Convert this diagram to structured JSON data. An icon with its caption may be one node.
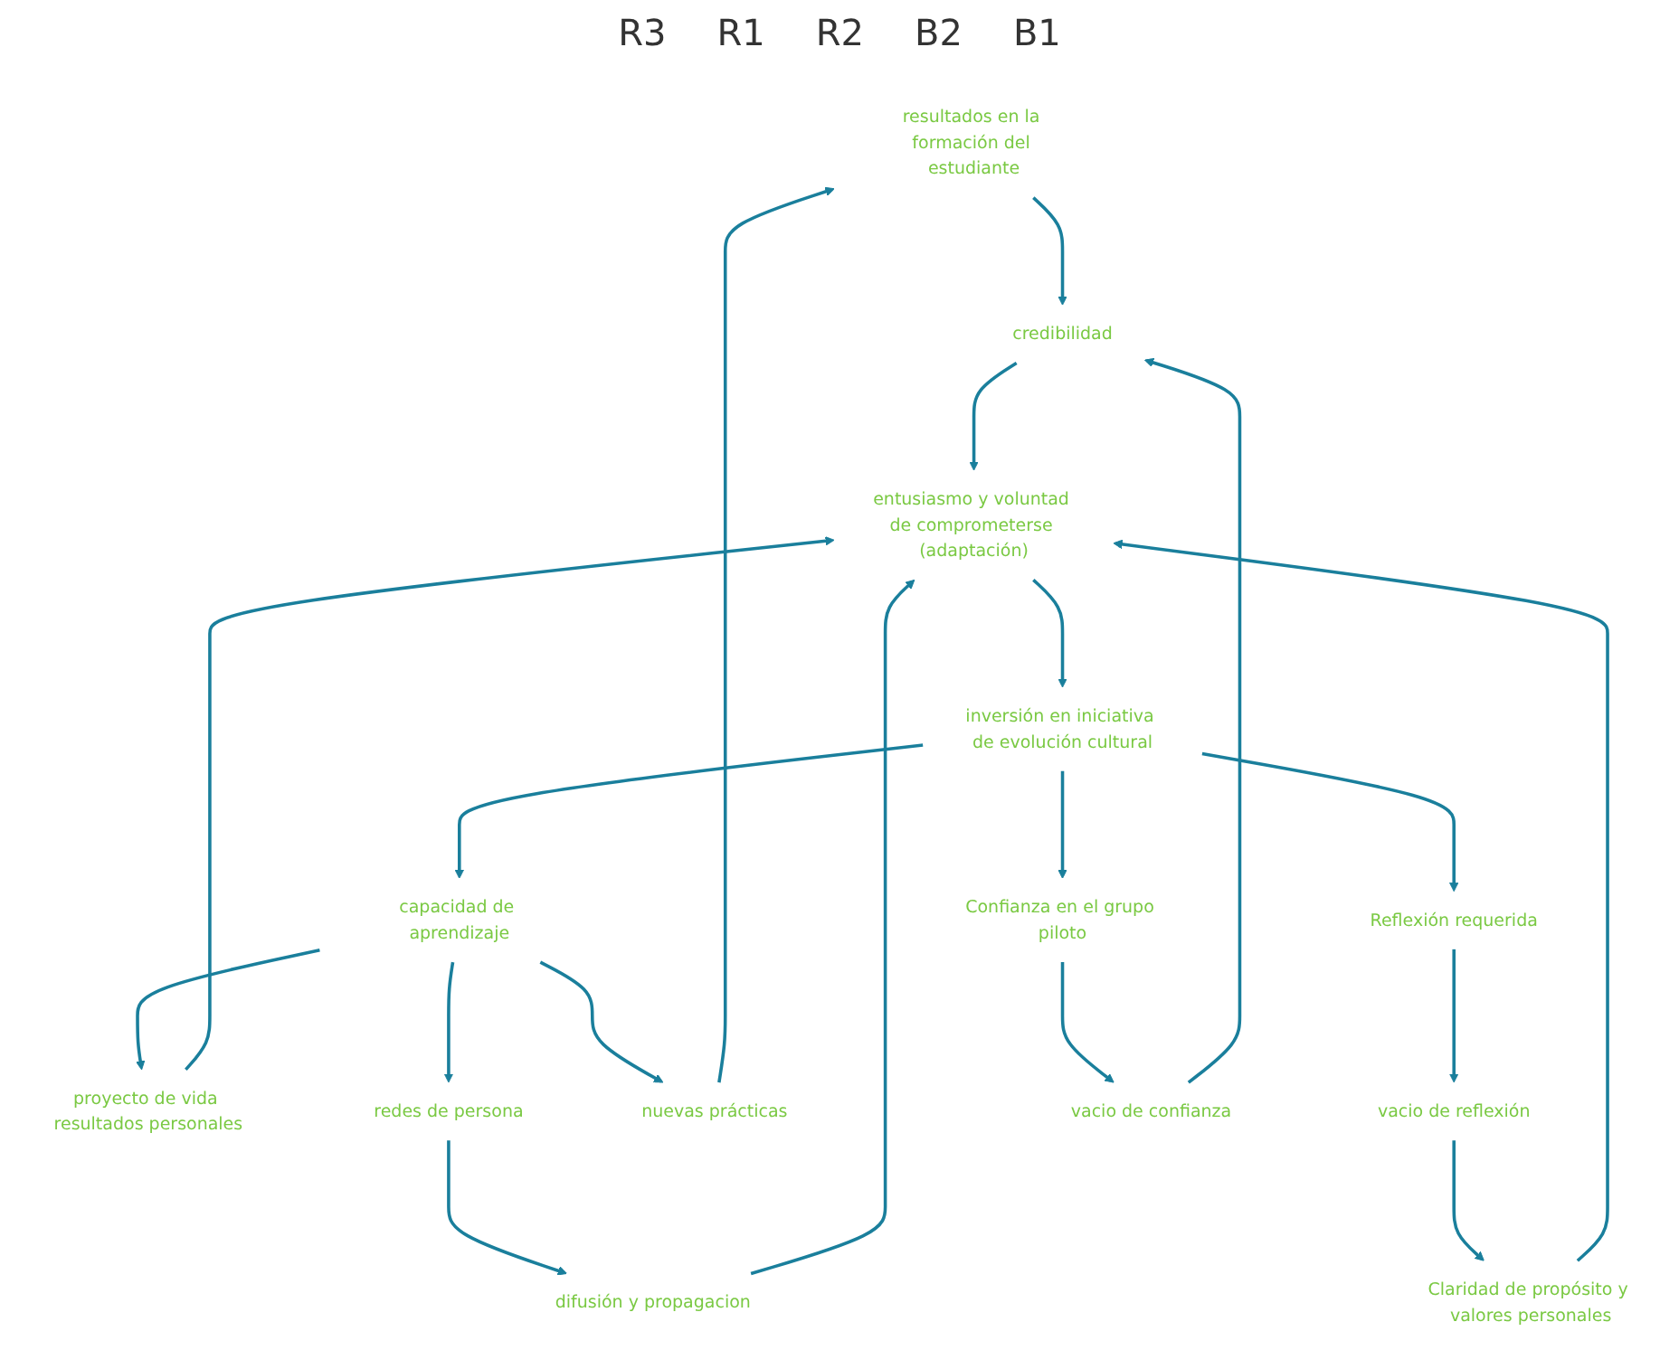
{
  "diagram": {
    "nodes": [
      {
        "text": [
          "resultados en la formación del estudiante"
        ]
      },
      {
        "text": [
          "credibilidad"
        ]
      },
      {
        "text": [
          "proyecto de vida resultados personales"
        ]
      },
      {
        "text": [
          "difusión y propagacion"
        ]
      },
      {
        "text": [
          "redes de persona"
        ]
      },
      {
        "text": [
          "nuevas prácticas"
        ]
      },
      {
        "text": [
          "entusiasmo y voluntad de comprometerse (adaptación)"
        ]
      },
      {
        "text": [
          "Claridad de propósito y valores personales"
        ]
      },
      {
        "text": [
          "capacidad de aprendizaje"
        ]
      },
      {
        "text": [
          "inversión en iniciativa de evolución cultural"
        ]
      },
      {
        "text": [
          "vacio de reflexión"
        ]
      },
      {
        "text": [
          "Reflexión requerida"
        ]
      },
      {
        "text": [
          "vacio de confianza"
        ]
      },
      {
        "text": [
          "Confianza en el grupo piloto"
        ]
      }
    ],
    "edges": [
      {
        "from": 0,
        "to": 1,
        "arrow": "to"
      },
      {
        "from": 1,
        "to": 6,
        "arrow": "to"
      },
      {
        "from": 2,
        "to": 6,
        "arrow": "to"
      },
      {
        "from": 3,
        "to": 6,
        "arrow": "to"
      },
      {
        "from": 7,
        "to": 6,
        "arrow": "to"
      },
      {
        "from": 6,
        "to": 9,
        "arrow": "to"
      },
      {
        "from": 9,
        "to": 8,
        "arrow": "to"
      },
      {
        "from": 8,
        "to": 5,
        "arrow": "to"
      },
      {
        "from": 8,
        "to": 2,
        "arrow": "to"
      },
      {
        "from": 8,
        "to": 4,
        "arrow": "to"
      },
      {
        "from": 4,
        "to": 3,
        "arrow": "to"
      },
      {
        "from": 5,
        "to": 0,
        "arrow": "to"
      },
      {
        "from": 9,
        "to": 11,
        "arrow": "to"
      },
      {
        "from": 9,
        "to": 13,
        "arrow": "to"
      },
      {
        "from": 11,
        "to": 10,
        "arrow": "to"
      },
      {
        "from": 10,
        "to": 7,
        "arrow": "to"
      },
      {
        "from": 13,
        "to": 12,
        "arrow": "to"
      },
      {
        "from": 12,
        "to": 1,
        "arrow": "to"
      }
    ],
    "labels": [
      "R3",
      "R1",
      "R2",
      "B2",
      "B1"
    ]
  }
}
